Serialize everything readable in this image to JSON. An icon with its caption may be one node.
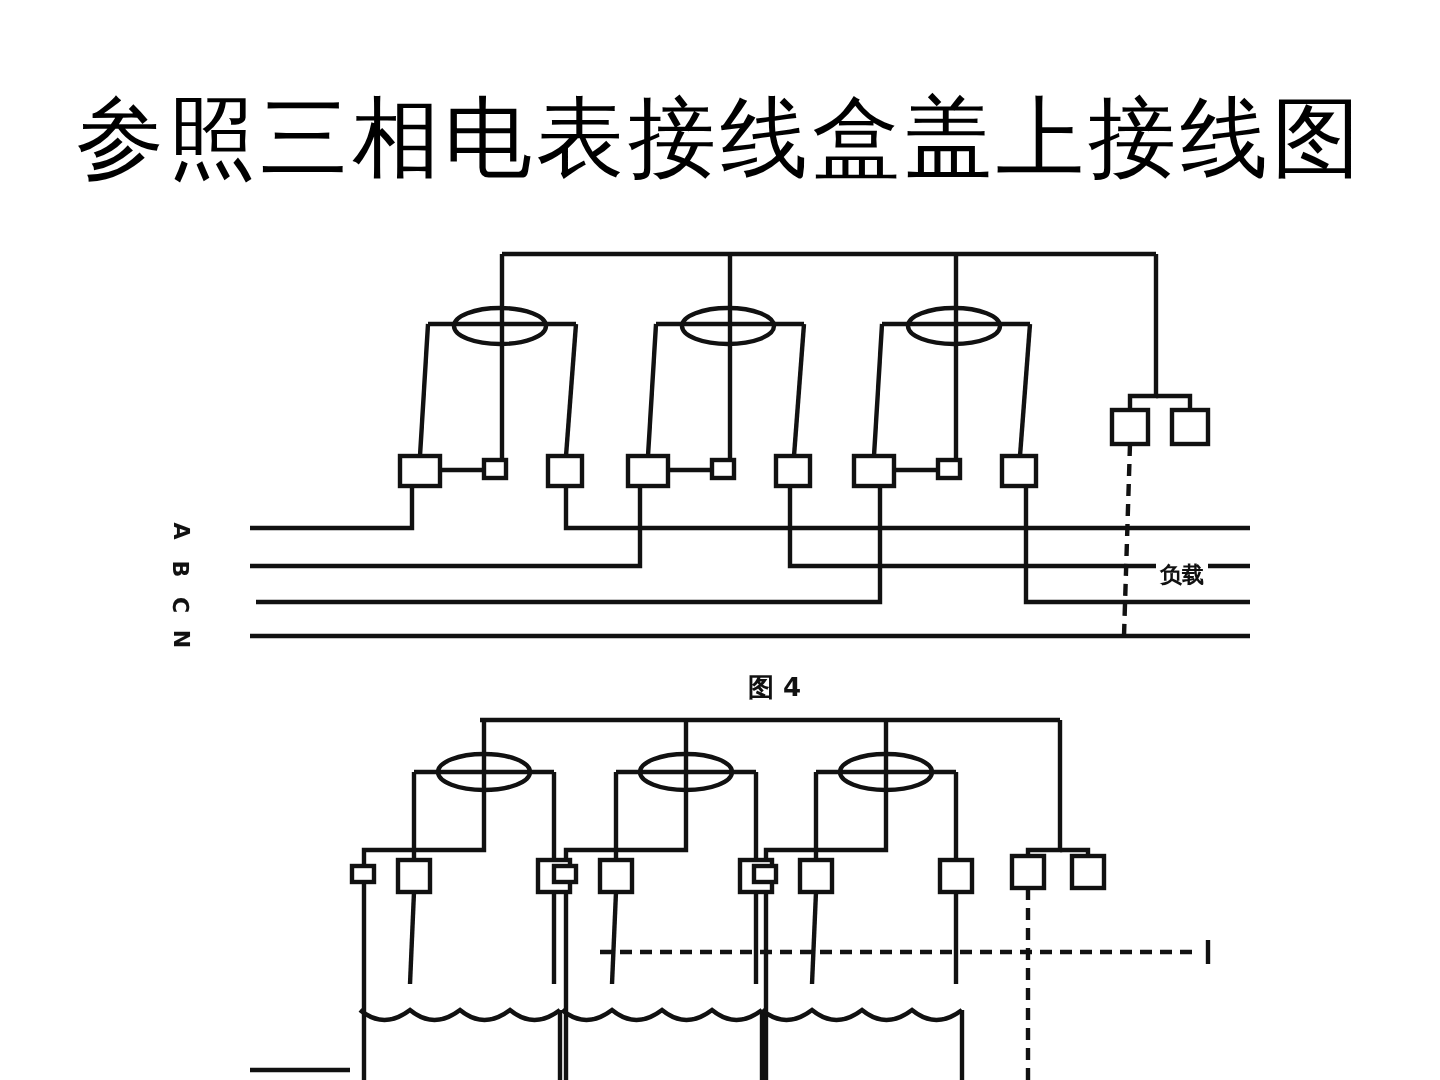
{
  "diagram": {
    "title": "参照三相电表接线盒盖上接线图",
    "labels": [
      "A",
      "B",
      "C",
      "N",
      "负载",
      "图 4"
    ]
  }
}
